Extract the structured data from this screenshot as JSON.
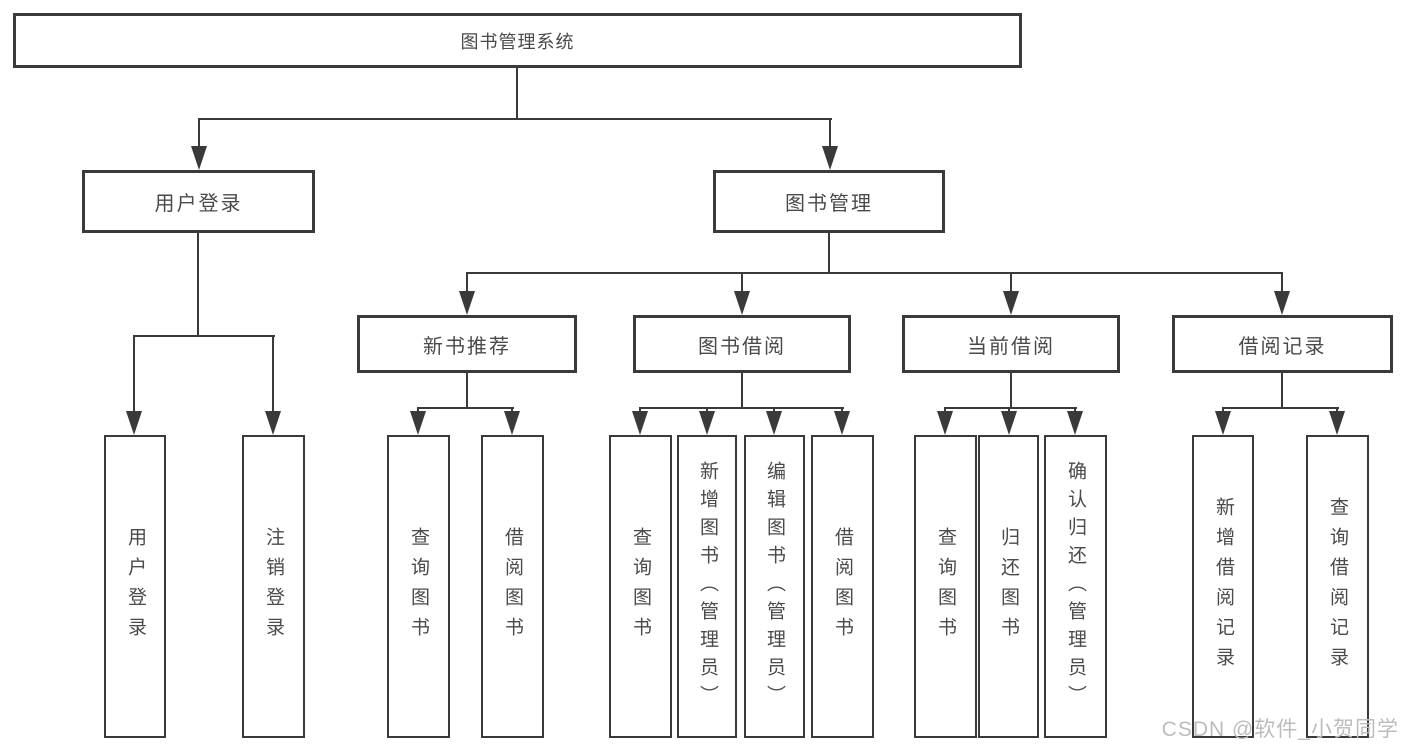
{
  "diagram": {
    "root": {
      "label": "图书管理系统"
    },
    "level2": [
      {
        "label": "用户登录"
      },
      {
        "label": "图书管理"
      }
    ],
    "level3": [
      {
        "label": "新书推荐"
      },
      {
        "label": "图书借阅"
      },
      {
        "label": "当前借阅"
      },
      {
        "label": "借阅记录"
      }
    ],
    "leaves": [
      {
        "label": "用户登录"
      },
      {
        "label": "注销登录"
      },
      {
        "label": "查询图书"
      },
      {
        "label": "借阅图书"
      },
      {
        "label": "查询图书"
      },
      {
        "label": "新增图书（管理员）"
      },
      {
        "label": "编辑图书（管理员）"
      },
      {
        "label": "借阅图书"
      },
      {
        "label": "查询图书"
      },
      {
        "label": "归还图书"
      },
      {
        "label": "确认归还（管理员）"
      },
      {
        "label": "新增借阅记录"
      },
      {
        "label": "查询借阅记录"
      }
    ]
  },
  "watermark": {
    "text": "CSDN @软件_小贺同学"
  },
  "colors": {
    "line": "#3a3a3a",
    "text": "#4a4a4a",
    "watermark": "#bcbcbc",
    "background": "#ffffff"
  }
}
